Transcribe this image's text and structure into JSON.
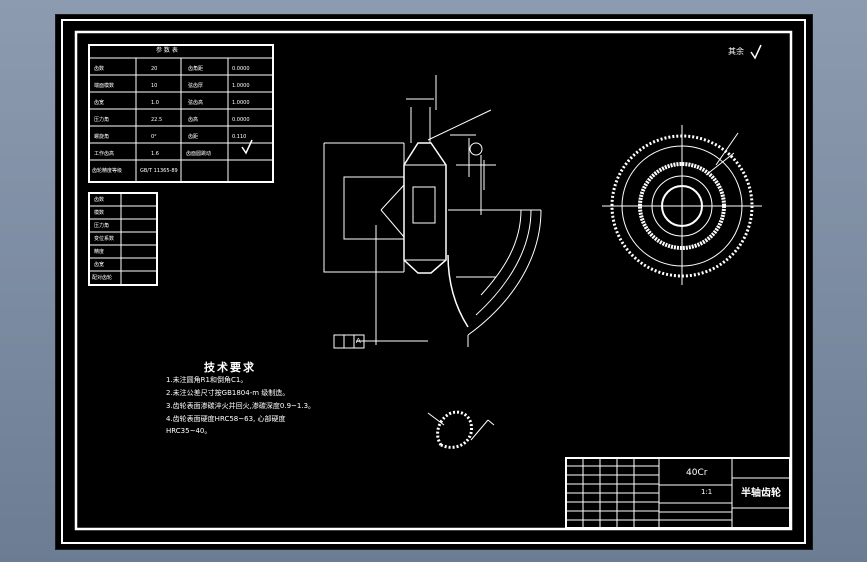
{
  "roughness_corner": "其余",
  "parameter_table": {
    "title": "参 数 表",
    "rows": [
      [
        "齿数",
        "20",
        "齿角距",
        "0.0000"
      ],
      [
        "端面模数",
        "10",
        "弦齿厚",
        "1.0000"
      ],
      [
        "齿宽",
        "1.0",
        "弦齿高",
        "1.0000"
      ],
      [
        "压力角",
        "22.5",
        "齿高",
        "0.0000"
      ],
      [
        "螺旋角",
        "0°",
        "齿距",
        "0.110"
      ],
      [
        "工作齿高",
        "1.6",
        "齿面圆跳动",
        ""
      ],
      [
        "齿轮精度等级",
        "GB/T 11365-89",
        "",
        ""
      ]
    ]
  },
  "small_table": {
    "rows": [
      [
        "齿数",
        ""
      ],
      [
        "模数",
        ""
      ],
      [
        "压力角",
        ""
      ],
      [
        "变位系数",
        ""
      ],
      [
        "精度",
        ""
      ],
      [
        "齿宽",
        ""
      ],
      [
        "配对齿轮",
        ""
      ]
    ]
  },
  "datum_box": "A",
  "tech_requirements": {
    "title": "技术要求",
    "items": [
      "1.未注圆角R1和倒角C1。",
      "2.未注公差尺寸按GB1804-m 级制造。",
      "3.齿轮表面渗碳淬火并回火,渗碳深度0.9~1.3。",
      "4.齿轮表面硬度HRC58~63, 心部硬度",
      "  HRC35~40。"
    ]
  },
  "title_block": {
    "material": "40Cr",
    "part_name": "半轴齿轮",
    "drawing_no": "",
    "scale": "1:1"
  },
  "colors": {
    "background": "#000000",
    "lines": "#ffffff",
    "frame_gradient": "#8d9bb0"
  }
}
